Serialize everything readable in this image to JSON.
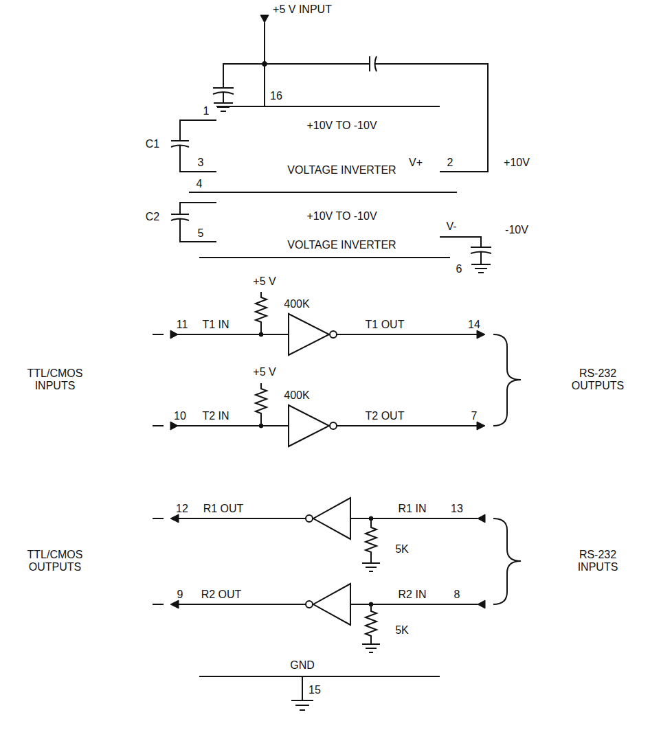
{
  "diagram": {
    "nodes": [
      {
        "text": [
          "+10V TO -10V",
          "VOLTAGE INVERTER"
        ]
      },
      {
        "text": [
          "+10V TO -10V",
          "VOLTAGE INVERTER"
        ]
      },
      {
        "text": [
          "GND"
        ]
      }
    ],
    "labels": [
      "+5 V INPUT",
      "16",
      "1",
      "C1",
      "3",
      "2",
      "V+",
      "+10V",
      "4",
      "C2",
      "5",
      "V-",
      "-10V",
      "6",
      "+5 V",
      "400K",
      "11",
      "T1 IN",
      "T1 OUT",
      "14",
      "+5 V",
      "400K",
      "10",
      "T2 IN",
      "T2 OUT",
      "7",
      "TTL/CMOS INPUTS",
      "RS-232 OUTPUTS",
      "12",
      "R1 OUT",
      "R1 IN",
      "13",
      "5K",
      "TTL/CMOS OUTPUTS",
      "9",
      "R2 OUT",
      "R2 IN",
      "8",
      "5K",
      "RS-232 INPUTS",
      "15"
    ]
  }
}
